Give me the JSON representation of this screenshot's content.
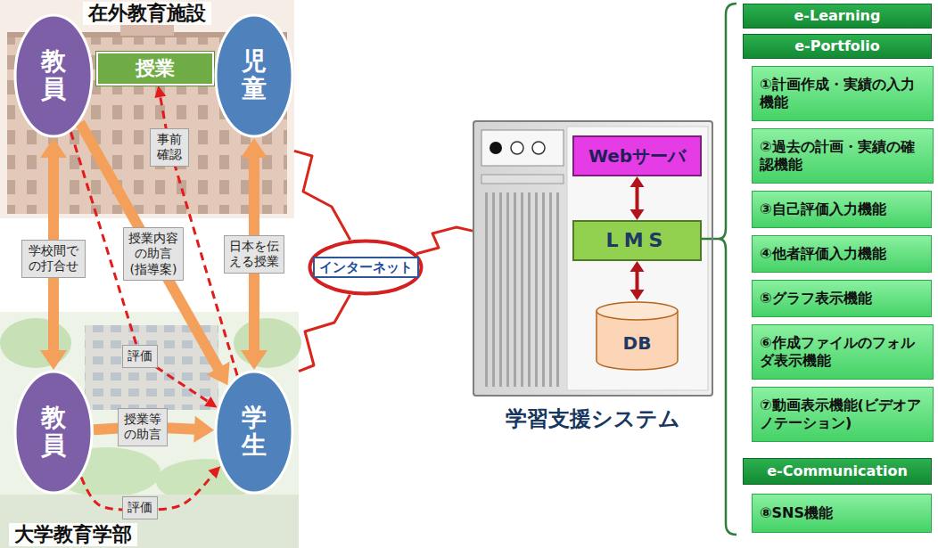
{
  "diagram": {
    "nodes": [
      {
        "text": [
          "在外教育施設"
        ]
      },
      {
        "text": [
          "教員"
        ],
        "in": 0
      },
      {
        "text": [
          "授業"
        ],
        "in": 0
      },
      {
        "text": [
          "児童"
        ],
        "in": 0
      },
      {
        "text": [
          "大学教育学部"
        ]
      },
      {
        "text": [
          "教員"
        ],
        "in": 4
      },
      {
        "text": [
          "学生"
        ],
        "in": 4
      },
      {
        "text": [
          "インターネット"
        ]
      },
      {
        "text": [
          "学習支援システム"
        ]
      },
      {
        "text": [
          "Webサーバ"
        ],
        "in": 8
      },
      {
        "text": [
          "LMS"
        ],
        "in": 8
      },
      {
        "text": [
          "DB"
        ],
        "in": 8
      },
      {
        "text": [
          "e-Learning"
        ]
      },
      {
        "text": [
          "e-Portfolio"
        ]
      },
      {
        "text": [
          "①計画作成・実績の入力機能"
        ]
      },
      {
        "text": [
          "②過去の計画・実績の確認機能"
        ]
      },
      {
        "text": [
          "③自己評価入力機能"
        ]
      },
      {
        "text": [
          "④他者評価入力機能"
        ]
      },
      {
        "text": [
          "⑤グラフ表示機能"
        ]
      },
      {
        "text": [
          "⑥作成ファイルのフォルダ表示機能"
        ]
      },
      {
        "text": [
          "⑦動画表示機能(ビデオアノテーション)"
        ]
      },
      {
        "text": [
          "e-Communication"
        ]
      },
      {
        "text": [
          "⑧SNS機能"
        ]
      }
    ],
    "edges": [
      {
        "from": 1,
        "to": 5,
        "arrow": "both",
        "label": "学校間での打合せ"
      },
      {
        "from": 1,
        "to": 6,
        "arrow": "to",
        "label": "授業内容の助言(指導案)"
      },
      {
        "from": 3,
        "to": 6,
        "arrow": "both",
        "label": "日本を伝える授業"
      },
      {
        "from": 6,
        "to": 2,
        "arrow": "to",
        "label": "事前確認"
      },
      {
        "from": 1,
        "to": 6,
        "arrow": "to",
        "label": "評価"
      },
      {
        "from": 5,
        "to": 6,
        "arrow": "to",
        "label": "授業等の助言"
      },
      {
        "from": 5,
        "to": 6,
        "arrow": "to",
        "label": "評価"
      },
      {
        "from": 0,
        "to": 7,
        "arrow": "none"
      },
      {
        "from": 4,
        "to": 7,
        "arrow": "none"
      },
      {
        "from": 7,
        "to": 8,
        "arrow": "none"
      },
      {
        "from": 9,
        "to": 10,
        "arrow": "both"
      },
      {
        "from": 10,
        "to": 11,
        "arrow": "both"
      }
    ]
  }
}
